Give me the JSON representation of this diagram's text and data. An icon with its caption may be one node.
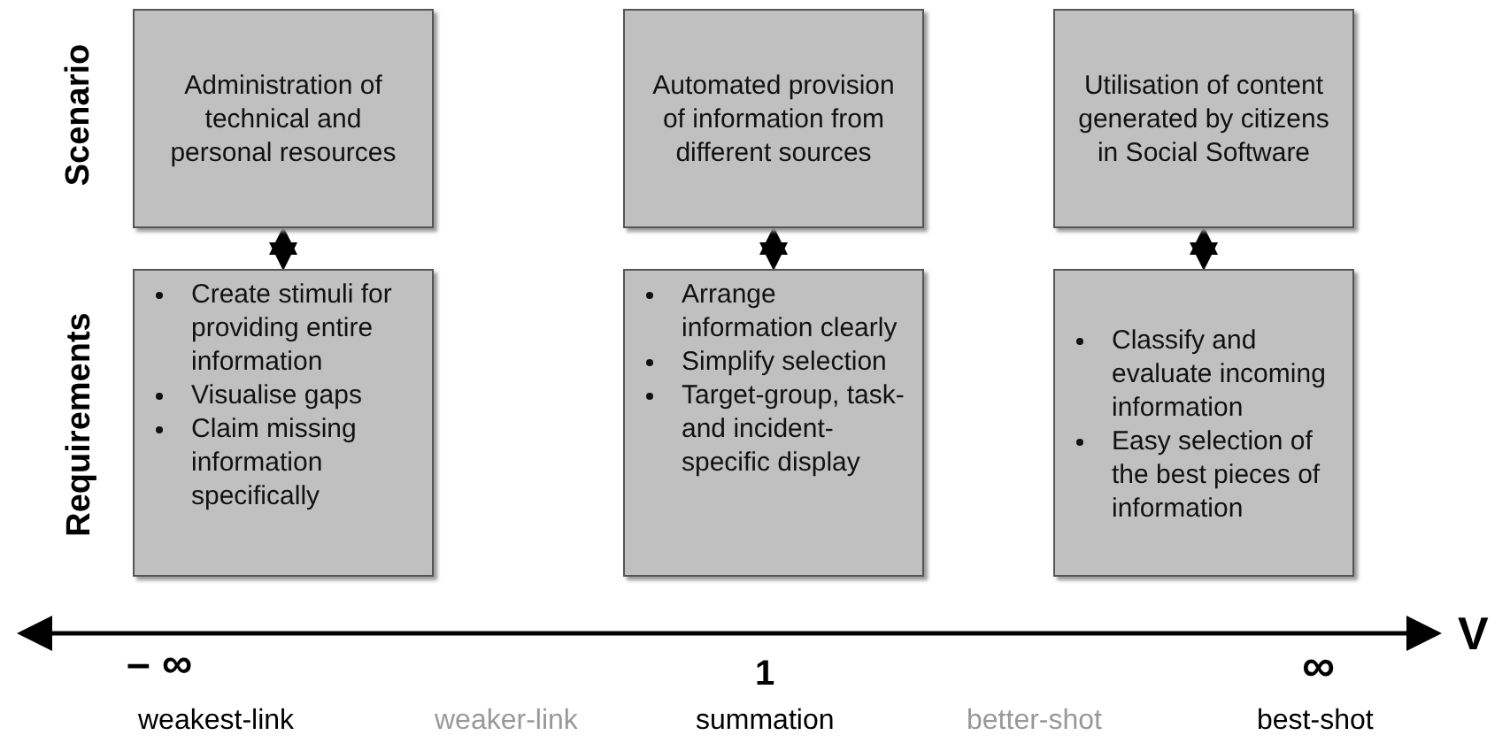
{
  "diagram": {
    "nodes": [
      {
        "text": [
          "Administration of technical and personal resources"
        ]
      },
      {
        "text": [
          "Automated provision of information from different sources"
        ]
      },
      {
        "text": [
          "Utilisation of content generated by citizens in Social Software"
        ]
      },
      {
        "text": [
          "Create stimuli for providing entire information",
          "Visualise gaps",
          "Claim missing information specifically"
        ]
      },
      {
        "text": [
          "Arrange information clearly",
          "Simplify selection",
          "Target-group, task- and incident-specific display"
        ]
      },
      {
        "text": [
          "Classify and evaluate incoming information",
          "Easy selection of the best pieces of information"
        ]
      }
    ],
    "edges": [
      {
        "from": 0,
        "to": 3,
        "arrow": "both"
      },
      {
        "from": 1,
        "to": 4,
        "arrow": "both"
      },
      {
        "from": 2,
        "to": 5,
        "arrow": "both"
      }
    ],
    "labels": [
      "Scenario",
      "Requirements",
      "– ∞",
      "1",
      "∞",
      "V",
      "weakest-link",
      "weaker-link",
      "summation",
      "better-shot",
      "best-shot"
    ]
  }
}
